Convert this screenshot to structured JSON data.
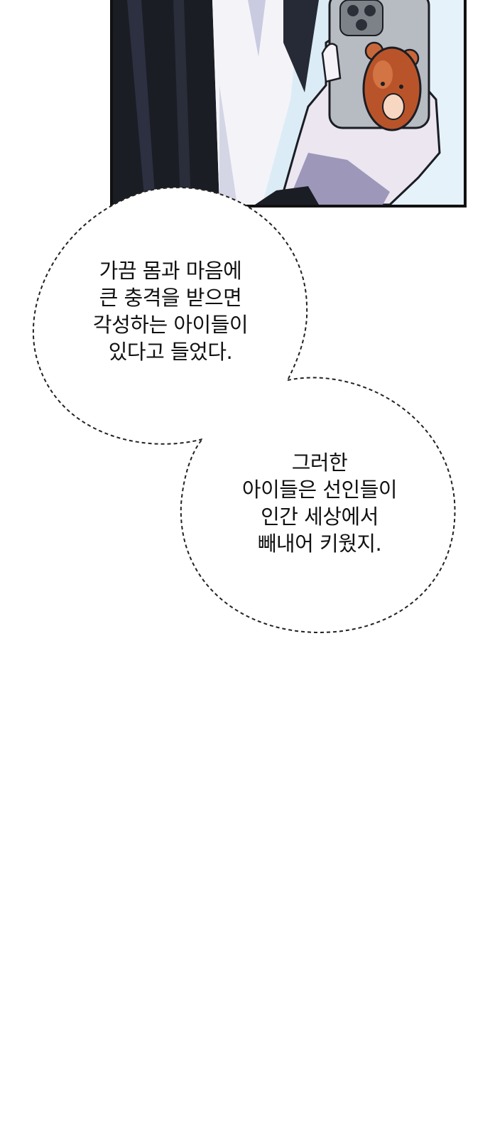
{
  "colors": {
    "panel_border": "#111111",
    "sky": "#dcecf6",
    "jacket": "#1b1d24",
    "shirt": "#f4f4f8",
    "skin": "#ebe6f0",
    "phone": "#b7bcc2",
    "bear_charm": "#b9542a",
    "bubble_outline": "#222222",
    "text": "#111111"
  },
  "panel": {
    "icons": [
      "phone-icon",
      "bear-charm-icon"
    ]
  },
  "bubbles": [
    {
      "lines": [
        "가끔 몸과 마음에",
        "큰 충격을 받으면",
        "각성하는 아이들이",
        "있다고 들었다."
      ]
    },
    {
      "lines": [
        "그러한",
        "아이들은 선인들이",
        "인간 세상에서",
        "빼내어 키웠지."
      ]
    }
  ]
}
